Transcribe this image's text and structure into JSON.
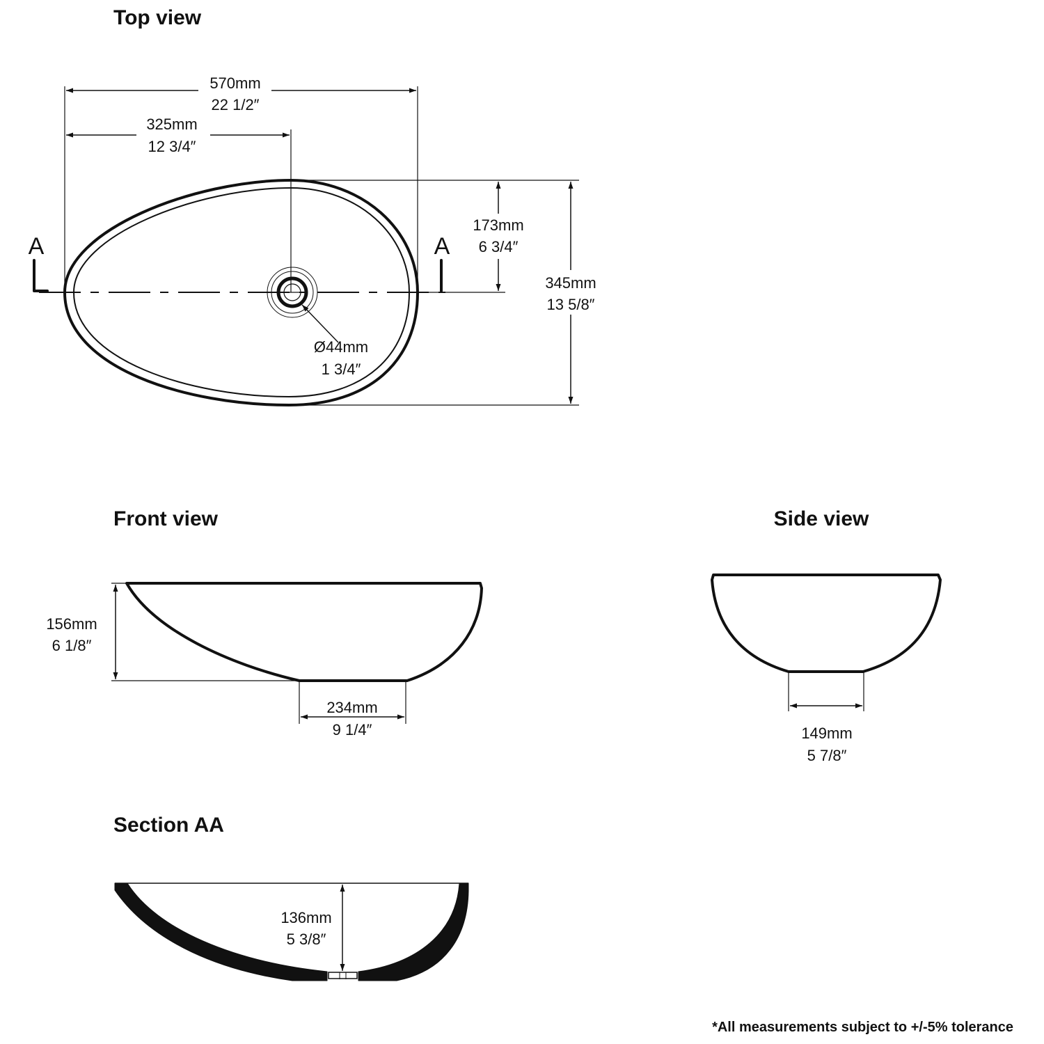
{
  "views": {
    "top": {
      "title": "Top view",
      "section_label_left": "A",
      "section_label_right": "A",
      "dims": {
        "overall_length_mm": "570mm",
        "overall_length_in": "22 1/2″",
        "drain_offset_mm": "325mm",
        "drain_offset_in": "12 3/4″",
        "half_width_mm": "173mm",
        "half_width_in": "6 3/4″",
        "overall_width_mm": "345mm",
        "overall_width_in": "13 5/8″",
        "drain_diameter_mm": "Ø44mm",
        "drain_diameter_in": "1 3/4″"
      }
    },
    "front": {
      "title": "Front view",
      "dims": {
        "height_mm": "156mm",
        "height_in": "6 1/8″",
        "base_width_mm": "234mm",
        "base_width_in": "9 1/4″"
      }
    },
    "side": {
      "title": "Side view",
      "dims": {
        "base_width_mm": "149mm",
        "base_width_in": "5 7/8″"
      }
    },
    "section": {
      "title": "Section AA",
      "dims": {
        "inner_depth_mm": "136mm",
        "inner_depth_in": "5 3/8″"
      }
    }
  },
  "footnote": "*All measurements subject to +/-5% tolerance"
}
